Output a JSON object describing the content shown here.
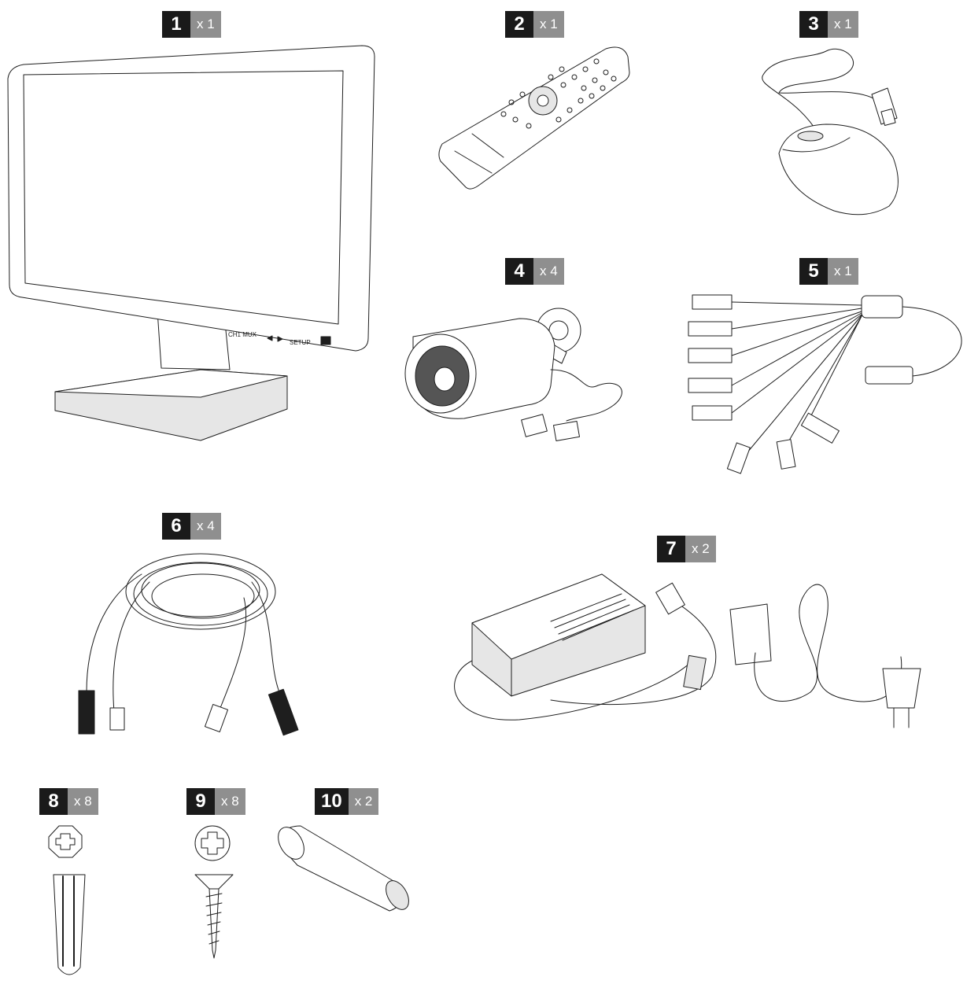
{
  "items": [
    {
      "number": "1",
      "quantity": "x 1",
      "icon": "monitor-icon"
    },
    {
      "number": "2",
      "quantity": "x 1",
      "icon": "remote-control-icon"
    },
    {
      "number": "3",
      "quantity": "x 1",
      "icon": "usb-mouse-icon"
    },
    {
      "number": "4",
      "quantity": "x 4",
      "icon": "bullet-camera-icon"
    },
    {
      "number": "5",
      "quantity": "x 1",
      "icon": "power-splitter-cable-icon"
    },
    {
      "number": "6",
      "quantity": "x 4",
      "icon": "bnc-extension-cable-icon"
    },
    {
      "number": "7",
      "quantity": "x 2",
      "icon": "power-adapter-icon"
    },
    {
      "number": "8",
      "quantity": "x 8",
      "icon": "wall-anchor-icon"
    },
    {
      "number": "9",
      "quantity": "x 8",
      "icon": "screw-icon"
    },
    {
      "number": "10",
      "quantity": "x 2",
      "icon": "aa-battery-icon"
    }
  ],
  "monitor_labels": {
    "left": "CH1 MUX",
    "right": "SETUP"
  },
  "colors": {
    "number_badge": "#1a1a1a",
    "quantity_badge": "#8f8f8f",
    "line_art": "#1e1e1e"
  }
}
